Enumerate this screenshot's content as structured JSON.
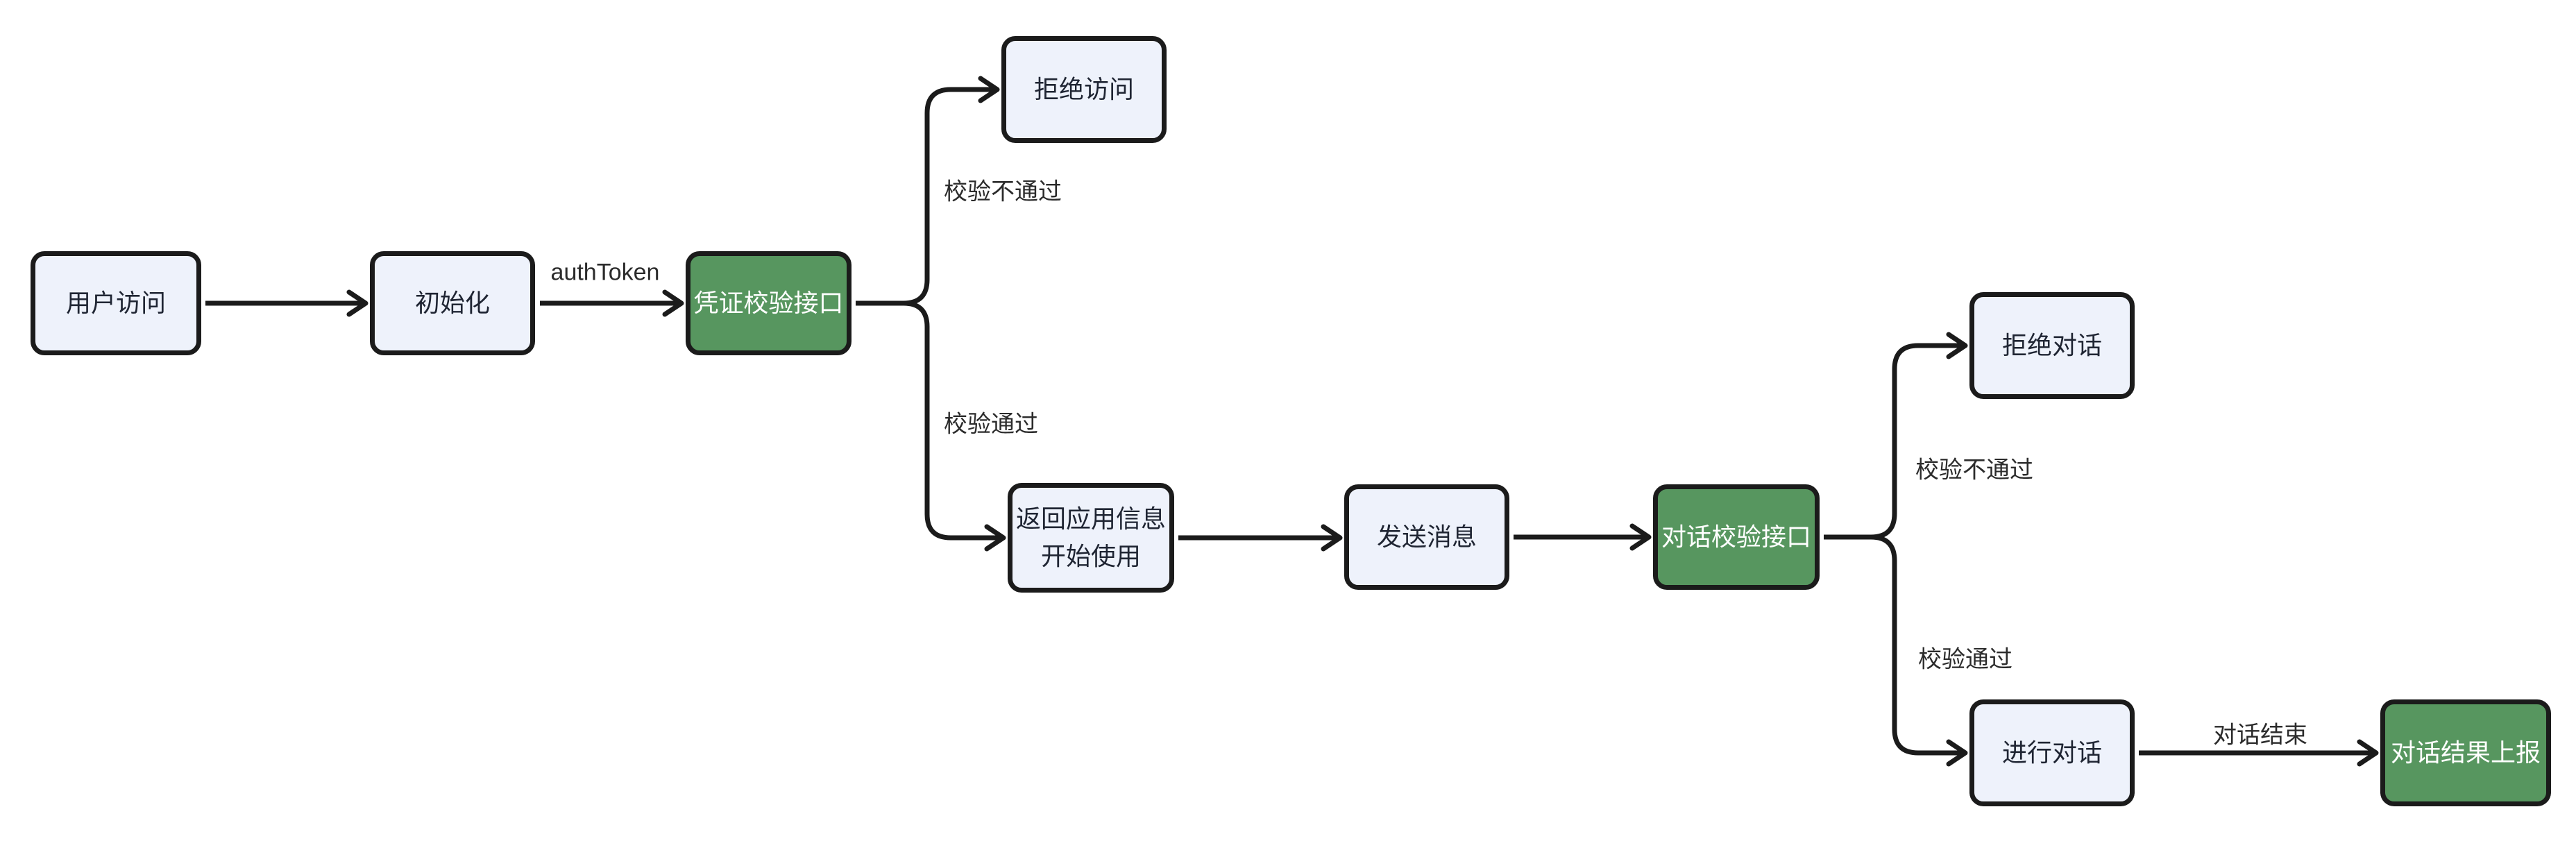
{
  "diagram": {
    "type": "flowchart",
    "direction": "left-to-right",
    "nodes": [
      {
        "id": "user-access",
        "label": "用户访问",
        "style": "process"
      },
      {
        "id": "init",
        "label": "初始化",
        "style": "process"
      },
      {
        "id": "credential-check-api",
        "label": "凭证校验接口",
        "style": "api"
      },
      {
        "id": "deny-access",
        "label": "拒绝访问",
        "style": "process"
      },
      {
        "id": "return-app-info",
        "label": "返回应用信息\n开始使用",
        "style": "process"
      },
      {
        "id": "send-message",
        "label": "发送消息",
        "style": "process"
      },
      {
        "id": "dialog-check-api",
        "label": "对话校验接口",
        "style": "api"
      },
      {
        "id": "deny-dialog",
        "label": "拒绝对话",
        "style": "process"
      },
      {
        "id": "conduct-dialog",
        "label": "进行对话",
        "style": "process"
      },
      {
        "id": "dialog-result-report",
        "label": "对话结果上报",
        "style": "api"
      }
    ],
    "edges": [
      {
        "from": "user-access",
        "to": "init",
        "label": ""
      },
      {
        "from": "init",
        "to": "credential-check-api",
        "label": "authToken"
      },
      {
        "from": "credential-check-api",
        "to": "deny-access",
        "label": "校验不通过"
      },
      {
        "from": "credential-check-api",
        "to": "return-app-info",
        "label": "校验通过"
      },
      {
        "from": "return-app-info",
        "to": "send-message",
        "label": ""
      },
      {
        "from": "send-message",
        "to": "dialog-check-api",
        "label": ""
      },
      {
        "from": "dialog-check-api",
        "to": "deny-dialog",
        "label": "校验不通过"
      },
      {
        "from": "dialog-check-api",
        "to": "conduct-dialog",
        "label": "校验通过"
      },
      {
        "from": "conduct-dialog",
        "to": "dialog-result-report",
        "label": "对话结束"
      }
    ],
    "colors": {
      "canvas_bg": "#ffffff",
      "node_fill": "#eef2fb",
      "node_border": "#1b1b1b",
      "node_text": "#1f2533",
      "api_fill": "#57965f",
      "api_text": "#ffffff",
      "edge_stroke": "#1b1b1b",
      "edge_label_text": "#2b2b2b"
    }
  }
}
